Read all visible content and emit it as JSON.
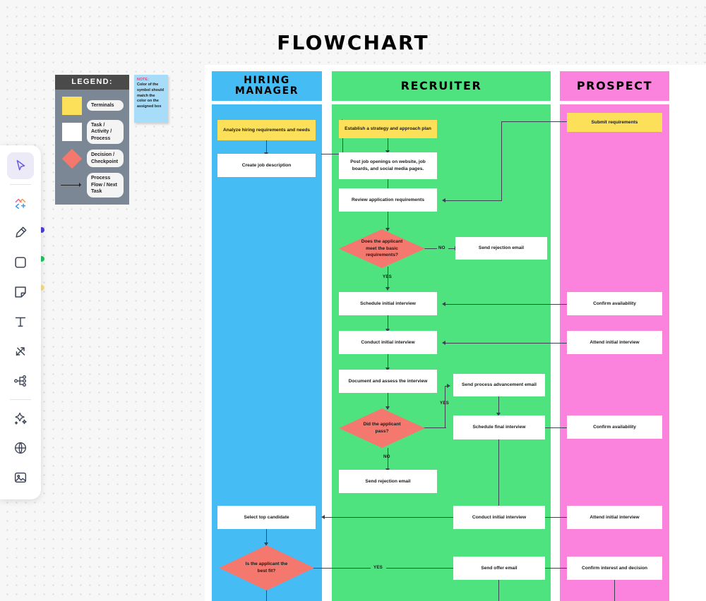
{
  "canvas": {
    "title": "FLOWCHART"
  },
  "toolbar": {
    "items": [
      {
        "name": "select-tool",
        "icon": "cursor-icon",
        "active": true
      },
      {
        "name": "shapes-tool",
        "icon": "shapes-add-icon",
        "active": false
      },
      {
        "name": "marker-tool",
        "icon": "marker-icon",
        "active": false
      },
      {
        "name": "rectangle-tool",
        "icon": "rectangle-icon",
        "active": false
      },
      {
        "name": "sticky-tool",
        "icon": "sticky-note-icon",
        "active": false
      },
      {
        "name": "text-tool",
        "icon": "text-icon",
        "active": false
      },
      {
        "name": "connector-tool",
        "icon": "connector-icon",
        "active": false
      },
      {
        "name": "mindmap-tool",
        "icon": "mindmap-icon",
        "active": false
      },
      {
        "name": "ai-tool",
        "icon": "sparkle-icon",
        "active": false
      },
      {
        "name": "web-tool",
        "icon": "globe-icon",
        "active": false
      },
      {
        "name": "image-tool",
        "icon": "image-icon",
        "active": false
      }
    ],
    "dots": [
      {
        "name": "color-dot-purple",
        "color": "#4c3fd6"
      },
      {
        "name": "color-dot-green",
        "color": "#23c55e"
      },
      {
        "name": "color-dot-yellow",
        "color": "#f8dd8b"
      }
    ]
  },
  "legend": {
    "title": "LEGEND:",
    "rows": [
      {
        "symbol": "square-yellow",
        "label": "Terminals"
      },
      {
        "symbol": "square-white",
        "label": "Task / Activity / Process"
      },
      {
        "symbol": "diamond-red",
        "label": "Decision / Checkpoint"
      },
      {
        "symbol": "arrow",
        "label": "Process Flow / Next Task"
      }
    ]
  },
  "note": {
    "title": "NOTE:",
    "body": "Color of the symbol should match the color on the assigned box"
  },
  "columns": [
    {
      "id": "hiring-manager",
      "label": "HIRING MANAGER",
      "color": "#45bdf4"
    },
    {
      "id": "recruiter",
      "label": "RECRUITER",
      "color": "#4fe380"
    },
    {
      "id": "prospect",
      "label": "PROSPECT",
      "color": "#fb83dd"
    }
  ],
  "chart_data": {
    "type": "flowchart",
    "title": "FLOWCHART",
    "lanes": [
      "HIRING MANAGER",
      "RECRUITER",
      "PROSPECT"
    ],
    "nodes": [
      {
        "id": "n1",
        "lane": "HIRING MANAGER",
        "shape": "terminal",
        "text": "Analyze hiring requirements and needs"
      },
      {
        "id": "n2",
        "lane": "HIRING MANAGER",
        "shape": "process",
        "text": "Create job description"
      },
      {
        "id": "n3",
        "lane": "RECRUITER",
        "shape": "terminal",
        "text": "Establish a strategy and approach plan"
      },
      {
        "id": "n4",
        "lane": "RECRUITER",
        "shape": "process",
        "text": "Post job openings on website, job boards, and social media pages."
      },
      {
        "id": "n5",
        "lane": "RECRUITER",
        "shape": "process",
        "text": "Review application requirements"
      },
      {
        "id": "n6",
        "lane": "RECRUITER",
        "shape": "decision",
        "text": "Does the applicant meet the basic requirements?"
      },
      {
        "id": "n7",
        "lane": "RECRUITER",
        "shape": "process",
        "text": "Send rejection email"
      },
      {
        "id": "n8",
        "lane": "RECRUITER",
        "shape": "process",
        "text": "Schedule initial interview"
      },
      {
        "id": "n9",
        "lane": "RECRUITER",
        "shape": "process",
        "text": "Conduct initial interview"
      },
      {
        "id": "n10",
        "lane": "RECRUITER",
        "shape": "process",
        "text": "Document and assess the interview"
      },
      {
        "id": "n11",
        "lane": "RECRUITER",
        "shape": "decision",
        "text": "Did the applicant pass?"
      },
      {
        "id": "n12",
        "lane": "RECRUITER",
        "shape": "process",
        "text": "Send process advancement email"
      },
      {
        "id": "n13",
        "lane": "RECRUITER",
        "shape": "process",
        "text": "Schedule final interview"
      },
      {
        "id": "n14",
        "lane": "RECRUITER",
        "shape": "process",
        "text": "Send rejection email"
      },
      {
        "id": "n15",
        "lane": "HIRING MANAGER",
        "shape": "process",
        "text": "Select top candidate"
      },
      {
        "id": "n16",
        "lane": "HIRING MANAGER",
        "shape": "decision",
        "text": "Is the applicant the best fit?"
      },
      {
        "id": "n17",
        "lane": "RECRUITER",
        "shape": "process",
        "text": "Conduct initial interview"
      },
      {
        "id": "n18",
        "lane": "RECRUITER",
        "shape": "process",
        "text": "Send offer email"
      },
      {
        "id": "n19",
        "lane": "PROSPECT",
        "shape": "terminal",
        "text": "Submit requirements"
      },
      {
        "id": "n20",
        "lane": "PROSPECT",
        "shape": "process",
        "text": "Confirm availability"
      },
      {
        "id": "n21",
        "lane": "PROSPECT",
        "shape": "process",
        "text": "Attend initial interview"
      },
      {
        "id": "n22",
        "lane": "PROSPECT",
        "shape": "process",
        "text": "Confirm availability"
      },
      {
        "id": "n23",
        "lane": "PROSPECT",
        "shape": "process",
        "text": "Attend initial interview"
      },
      {
        "id": "n24",
        "lane": "PROSPECT",
        "shape": "process",
        "text": "Confirm interest and decision"
      }
    ],
    "edge_labels": [
      {
        "id": "e1",
        "text": "NO"
      },
      {
        "id": "e2",
        "text": "YES"
      },
      {
        "id": "e3",
        "text": "YES"
      },
      {
        "id": "e4",
        "text": "NO"
      },
      {
        "id": "e5",
        "text": "YES"
      }
    ]
  }
}
